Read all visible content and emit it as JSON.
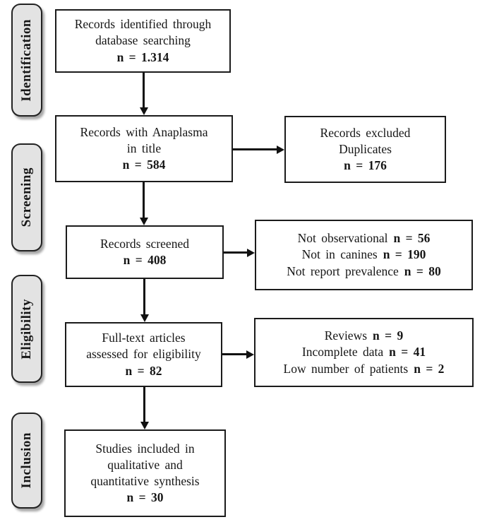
{
  "diagram_type": "PRISMA flow diagram",
  "colors": {
    "background": "#ffffff",
    "box_border": "#1b1b1b",
    "stage_fill": "#e3e3e3",
    "arrow": "#111111"
  },
  "sidebar": {
    "identification": "Identification",
    "screening": "Screening",
    "eligibility": "Eligibility",
    "inclusion": "Inclusion"
  },
  "boxes": {
    "identified": {
      "line1": "Records identified through",
      "line2": "database searching",
      "count": "n = 1.314"
    },
    "anaplasma": {
      "line1": "Records with Anaplasma",
      "line2": "in title",
      "count": "n = 584"
    },
    "screened": {
      "line1": "Records screened",
      "count": "n = 408"
    },
    "fulltext": {
      "line1": "Full-text articles",
      "line2": "assessed for eligibility",
      "count": "n = 82"
    },
    "included": {
      "line1": "Studies included in",
      "line2": "qualitative and",
      "line3": "quantitative synthesis",
      "count": "n = 30"
    }
  },
  "exclusions": {
    "duplicates": {
      "line1": "Records excluded",
      "line2": "Duplicates",
      "count": "n = 176"
    },
    "screening": [
      {
        "label": "Not observational",
        "count": "n = 56"
      },
      {
        "label": "Not in canines",
        "count": "n = 190"
      },
      {
        "label": "Not report prevalence",
        "count": "n = 80"
      }
    ],
    "eligibility": [
      {
        "label": "Reviews",
        "count": "n = 9"
      },
      {
        "label": "Incomplete data",
        "count": "n = 41"
      },
      {
        "label": "Low number of patients",
        "count": "n = 2"
      }
    ]
  }
}
